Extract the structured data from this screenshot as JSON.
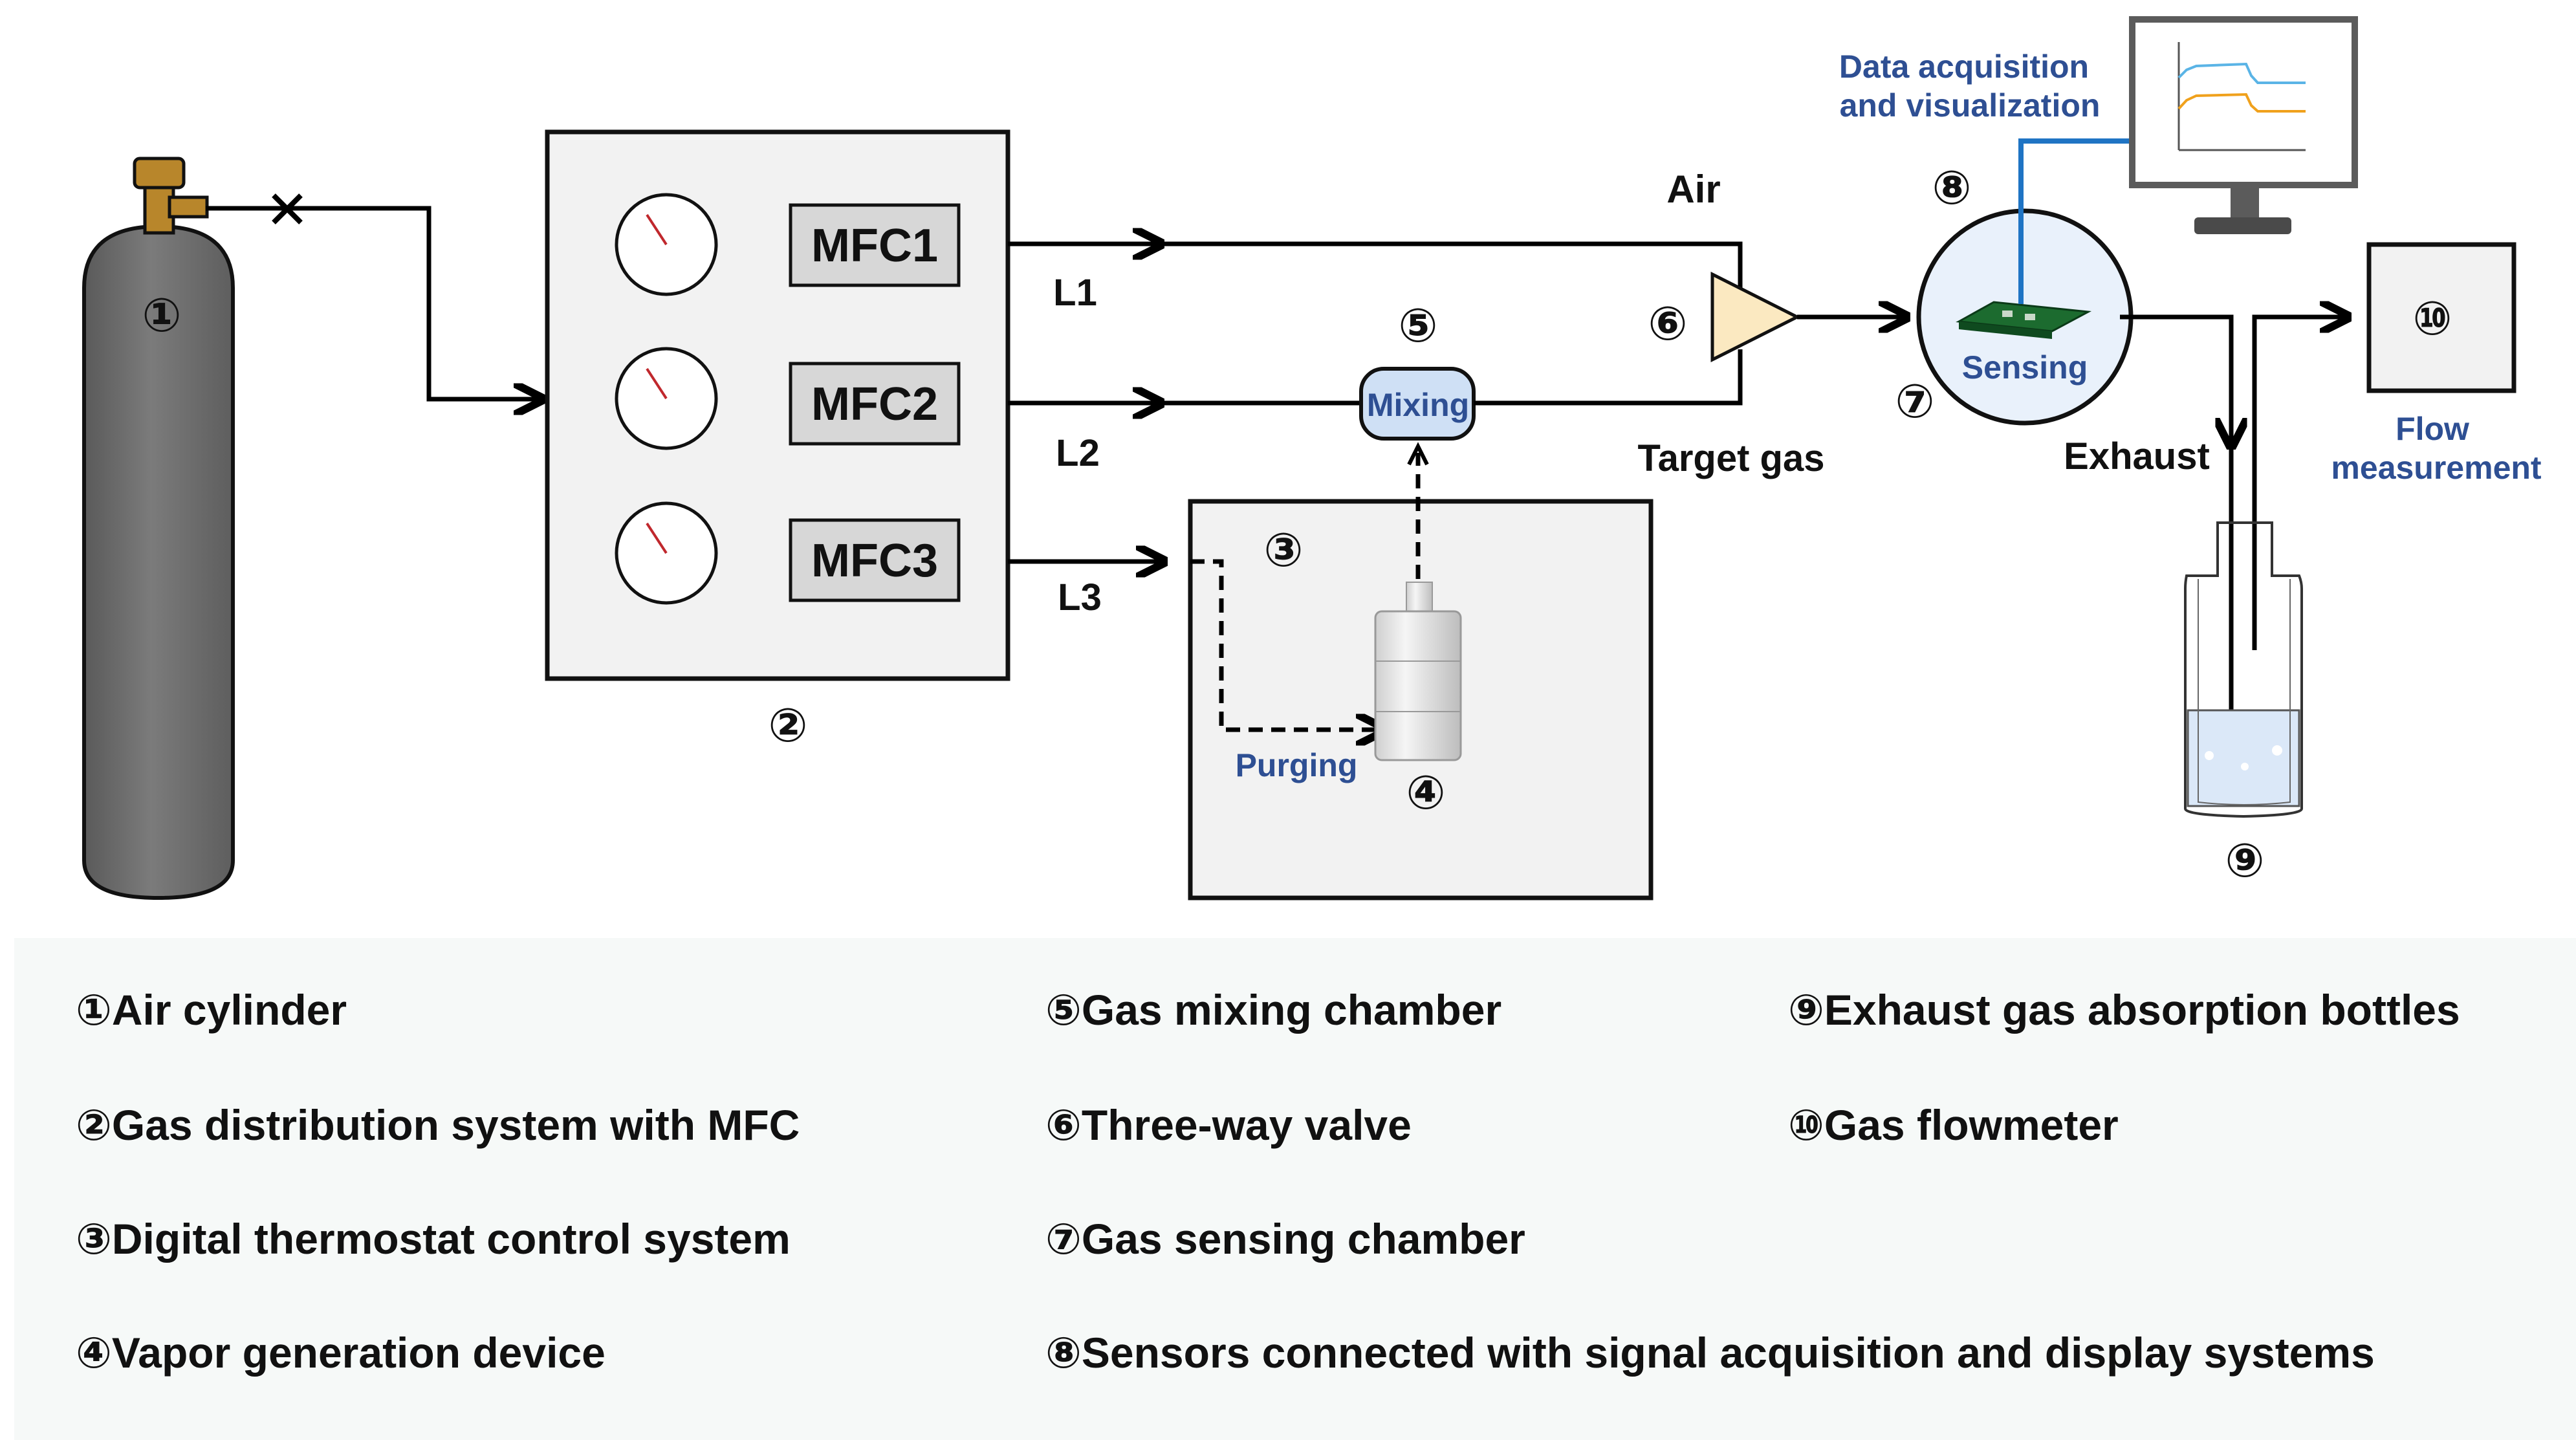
{
  "diagram": {
    "markers": {
      "m1": "①",
      "m2": "②",
      "m3": "③",
      "m4": "④",
      "m5": "⑤",
      "m6": "⑥",
      "m7": "⑦",
      "m8": "⑧",
      "m9": "⑨",
      "m10": "⑩"
    },
    "mfc": [
      "MFC1",
      "MFC2",
      "MFC3"
    ],
    "lines": {
      "l1": "L1",
      "l2": "L2",
      "l3": "L3"
    },
    "air_label": "Air",
    "target_gas_label": "Target gas",
    "exhaust_label": "Exhaust",
    "mixing_label": "Mixing",
    "purging_label": "Purging",
    "sensing_label": "Sensing",
    "daq_label": [
      "Data acquisition",
      "and visualization"
    ],
    "flow_label": [
      "Flow",
      "measurement"
    ],
    "colors": {
      "cylinder": "#6f6f6f",
      "valve": "#b8862b",
      "label_blue": "#2e4f93",
      "mixing_fill": "#cfe0f5",
      "chamber_fill": "#e9f1fb",
      "three_way_valve": "#fbe9c1",
      "sensor_green": "#1c6b2f",
      "daq_wire": "#1f74c4",
      "curve_blue": "#5ab4e6",
      "curve_orange": "#f0a11c"
    }
  },
  "legend": {
    "col1": [
      {
        "num": "①",
        "text": "Air cylinder"
      },
      {
        "num": "②",
        "text": "Gas distribution system with MFC"
      },
      {
        "num": "③",
        "text": "Digital thermostat control system"
      },
      {
        "num": "④",
        "text": "Vapor generation device"
      }
    ],
    "col2": [
      {
        "num": "⑤",
        "text": "Gas mixing chamber"
      },
      {
        "num": "⑥",
        "text": "Three-way valve"
      },
      {
        "num": "⑦",
        "text": "Gas sensing chamber"
      },
      {
        "num": "⑧",
        "text": "Sensors connected with signal acquisition and display systems"
      }
    ],
    "col3": [
      {
        "num": "⑨",
        "text": "Exhaust gas absorption bottles"
      },
      {
        "num": "⑩",
        "text": "Gas flowmeter"
      }
    ]
  }
}
